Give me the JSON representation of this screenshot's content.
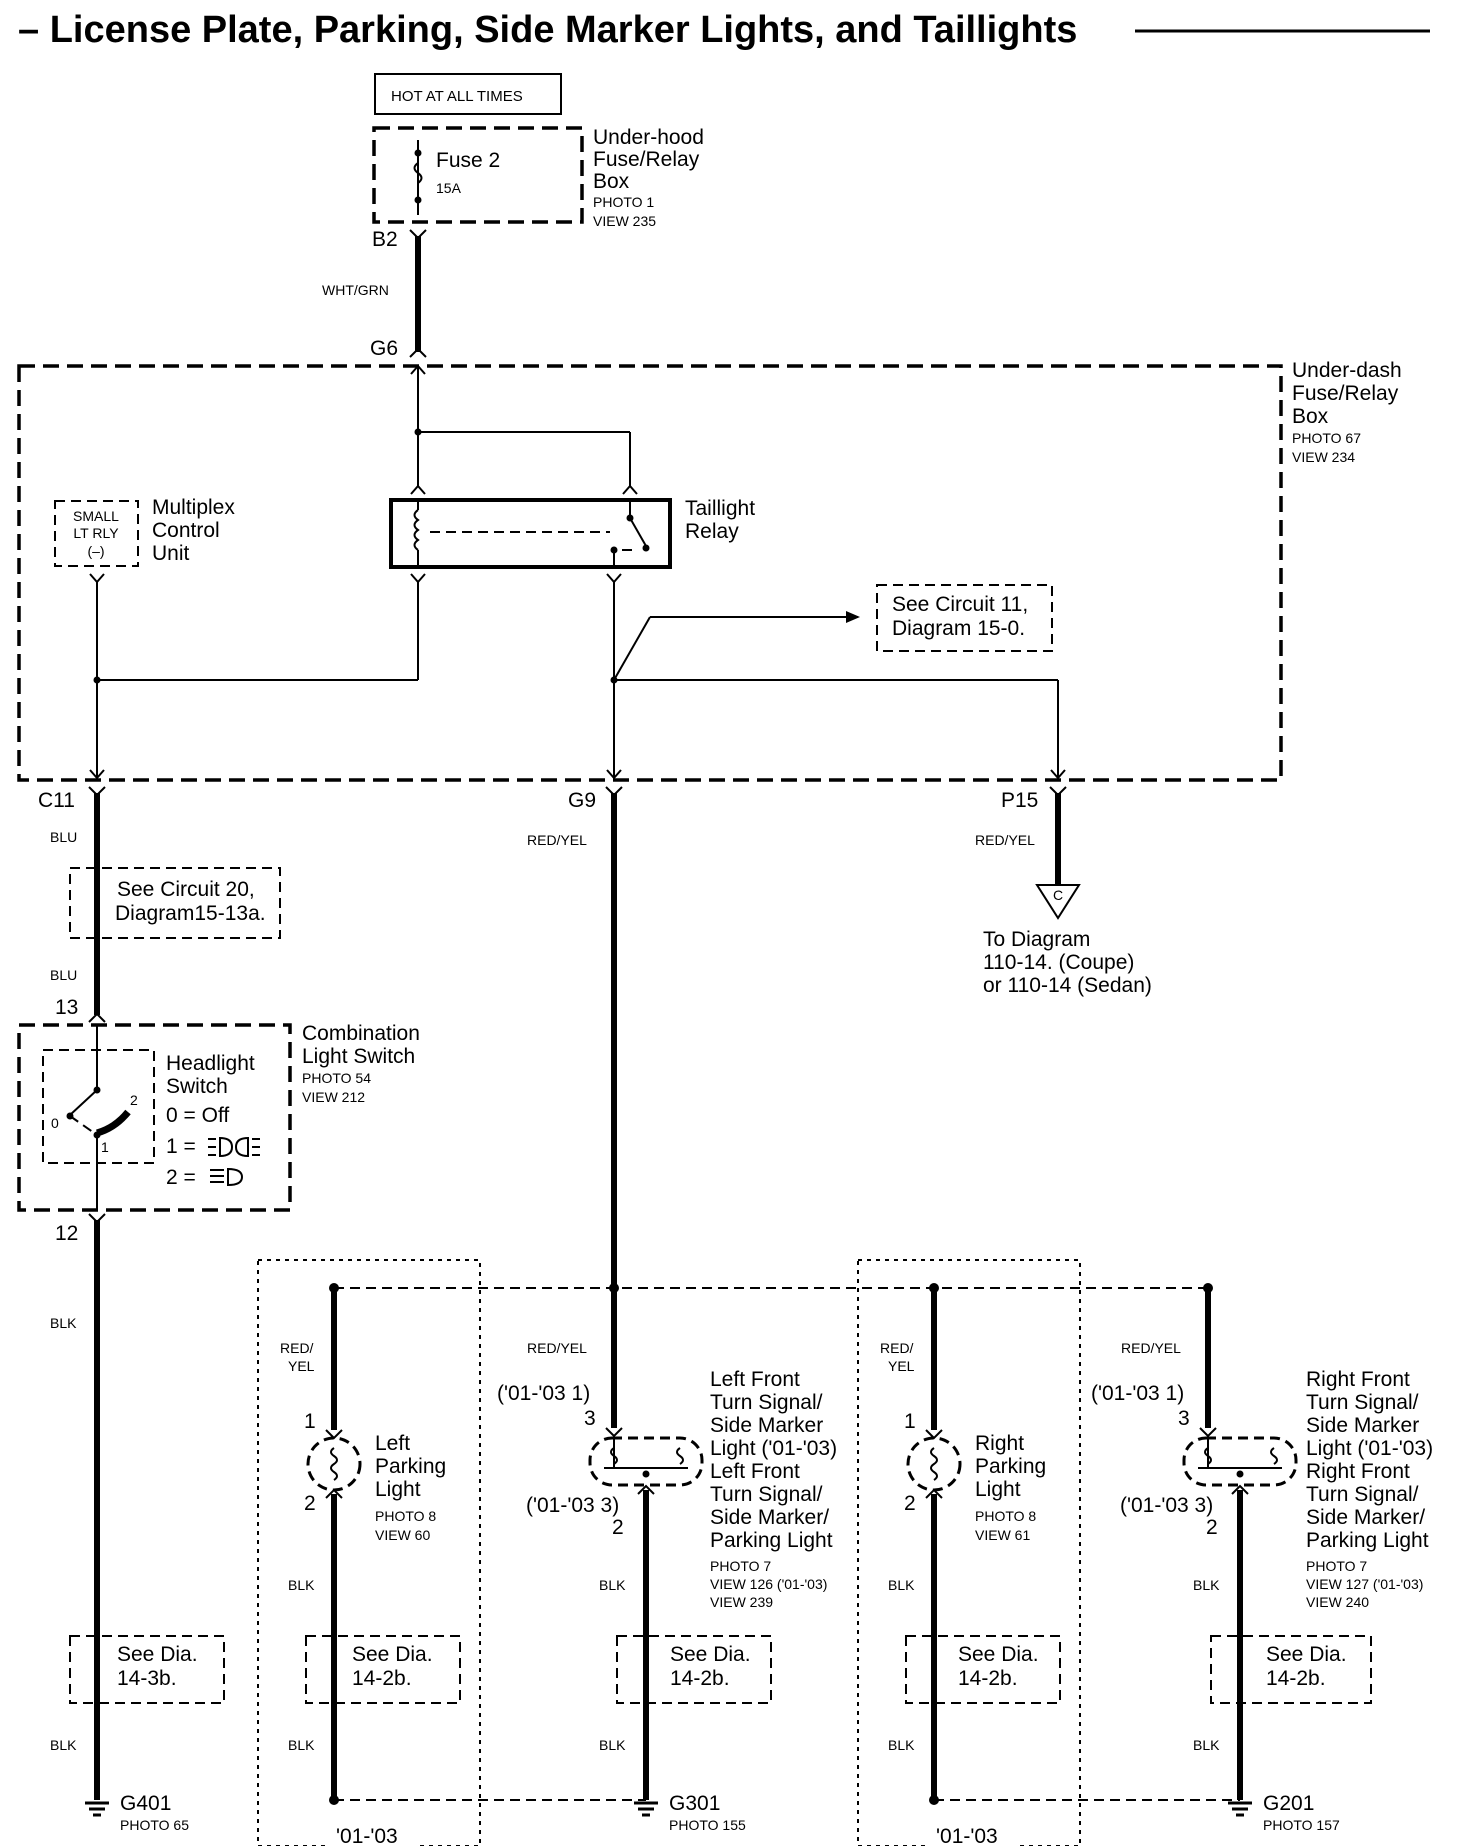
{
  "title": "– License Plate, Parking, Side Marker Lights, and Taillights",
  "supply": {
    "hot_label": "HOT AT ALL TIMES",
    "fuse_name": "Fuse 2",
    "fuse_rating": "15A",
    "underhood_box": [
      "Under-hood",
      "Fuse/Relay",
      "Box"
    ],
    "underhood_photo": "PHOTO 1",
    "underhood_view": "VIEW 235",
    "terminal_b2": "B2",
    "wire_whtgrn": "WHT/GRN",
    "terminal_g6": "G6"
  },
  "underdash": {
    "box_label": [
      "Under-dash",
      "Fuse/Relay",
      "Box"
    ],
    "photo": "PHOTO 67",
    "view": "VIEW 234",
    "mcu_inner": [
      "SMALL",
      "LT RLY",
      "(–)"
    ],
    "mcu_label": [
      "Multiplex",
      "Control",
      "Unit"
    ],
    "relay_label": [
      "Taillight",
      "Relay"
    ],
    "see_circuit11": [
      "See Circuit 11,",
      "Diagram 15-0."
    ],
    "terminal_c11": "C11",
    "terminal_g9": "G9",
    "terminal_p15": "P15"
  },
  "wires": {
    "blu": "BLU",
    "red_yel": "RED/YEL",
    "red": "RED/",
    "yel": "YEL",
    "blk": "BLK"
  },
  "connector_c": "C",
  "to_diagram": [
    "To Diagram",
    "110-14. (Coupe)",
    "or 110-14 (Sedan)"
  ],
  "see_circuit20": [
    "See Circuit 20,",
    "Diagram15-13a."
  ],
  "combo_switch": {
    "pin_top": "13",
    "pin_bottom": "12",
    "label": [
      "Combination",
      "Light Switch"
    ],
    "photo": "PHOTO 54",
    "view": "VIEW 212",
    "headlight": [
      "Headlight",
      "Switch"
    ],
    "pos0": "0 =  Off",
    "pos1": "1 =",
    "pos2": "2 =",
    "n0": "0",
    "n1": "1",
    "n2": "2"
  },
  "left_parking": {
    "label": [
      "Left",
      "Parking",
      "Light"
    ],
    "photo": "PHOTO 8",
    "view": "VIEW 60",
    "pin1": "1",
    "pin2": "2"
  },
  "right_parking": {
    "label": [
      "Right",
      "Parking",
      "Light"
    ],
    "photo": "PHOTO 8",
    "view": "VIEW 61",
    "pin1": "1",
    "pin2": "2"
  },
  "left_front": {
    "label": [
      "Left Front",
      "Turn Signal/",
      "Side Marker",
      "Light ('01-'03)",
      "Left Front",
      "Turn Signal/",
      "Side Marker/",
      "Parking Light"
    ],
    "photo": "PHOTO 7",
    "view1": "VIEW 126 ('01-'03)",
    "view2": "VIEW 239",
    "pin_top_alt": "('01-'03 1)",
    "pin_top": "3",
    "pin_bot_alt": "('01-'03 3)",
    "pin_bot": "2"
  },
  "right_front": {
    "label": [
      "Right Front",
      "Turn Signal/",
      "Side Marker",
      "Light ('01-'03)",
      "Right Front",
      "Turn Signal/",
      "Side Marker/",
      "Parking Light"
    ],
    "photo": "PHOTO 7",
    "view1": "VIEW 127 ('01-'03)",
    "view2": "VIEW 240",
    "pin_top_alt": "('01-'03 1)",
    "pin_top": "3",
    "pin_bot_alt": "('01-'03 3)",
    "pin_bot": "2"
  },
  "see_dia": {
    "d1": [
      "See Dia.",
      "14-3b."
    ],
    "d2": [
      "See Dia.",
      "14-2b."
    ],
    "d3": [
      "See Dia.",
      "14-2b."
    ],
    "d4": [
      "See Dia.",
      "14-2b."
    ],
    "d5": [
      "See Dia.",
      "14-2b."
    ]
  },
  "grounds": {
    "g401": "G401",
    "g401_photo": "PHOTO 65",
    "g301": "G301",
    "g301_photo": "PHOTO 155",
    "g201": "G201",
    "g201_photo": "PHOTO 157"
  },
  "year_tag": "'01-'03"
}
